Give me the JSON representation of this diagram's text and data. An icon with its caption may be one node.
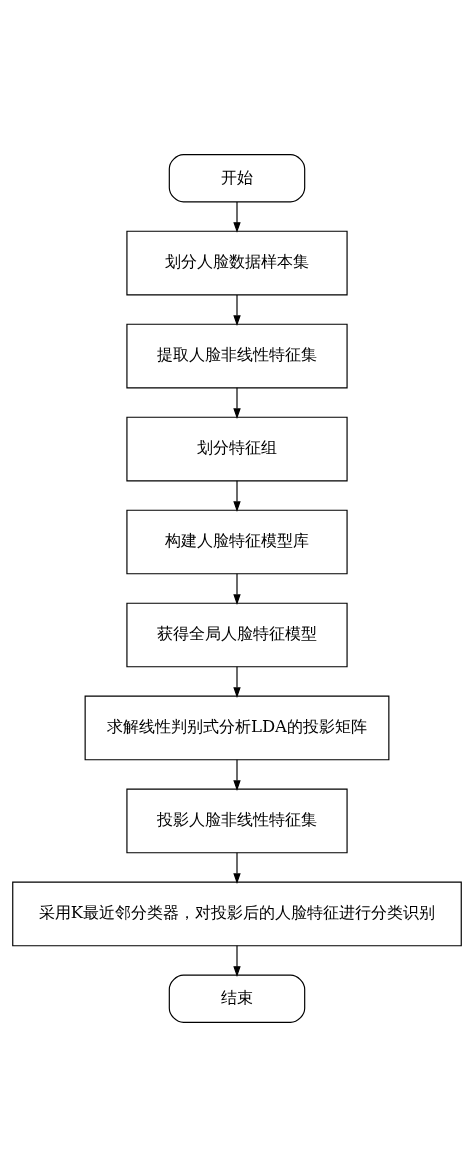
{
  "diagram": {
    "nodes": [
      {
        "text": [
          "开始"
        ]
      },
      {
        "text": [
          "划分人脸数据样本集"
        ]
      },
      {
        "text": [
          "提取人脸非线性特征集"
        ]
      },
      {
        "text": [
          "划分特征组"
        ]
      },
      {
        "text": [
          "构建人脸特征模型库"
        ]
      },
      {
        "text": [
          "获得全局人脸特征模型"
        ]
      },
      {
        "text": [
          "求解线性判别式分析LDA的投影矩阵"
        ]
      },
      {
        "text": [
          "投影人脸非线性特征集"
        ]
      },
      {
        "text": [
          "采用K最近邻分类器，对投影后的人脸特征进行分类识别"
        ]
      },
      {
        "text": [
          "结束"
        ]
      }
    ],
    "edges": [
      {
        "from": 0,
        "to": 1,
        "arrow": "to"
      },
      {
        "from": 1,
        "to": 2,
        "arrow": "to"
      },
      {
        "from": 2,
        "to": 3,
        "arrow": "to"
      },
      {
        "from": 3,
        "to": 4,
        "arrow": "to"
      },
      {
        "from": 4,
        "to": 5,
        "arrow": "to"
      },
      {
        "from": 5,
        "to": 6,
        "arrow": "to"
      },
      {
        "from": 6,
        "to": 7,
        "arrow": "to"
      },
      {
        "from": 7,
        "to": 8,
        "arrow": "to"
      },
      {
        "from": 8,
        "to": 9,
        "arrow": "to"
      }
    ]
  }
}
